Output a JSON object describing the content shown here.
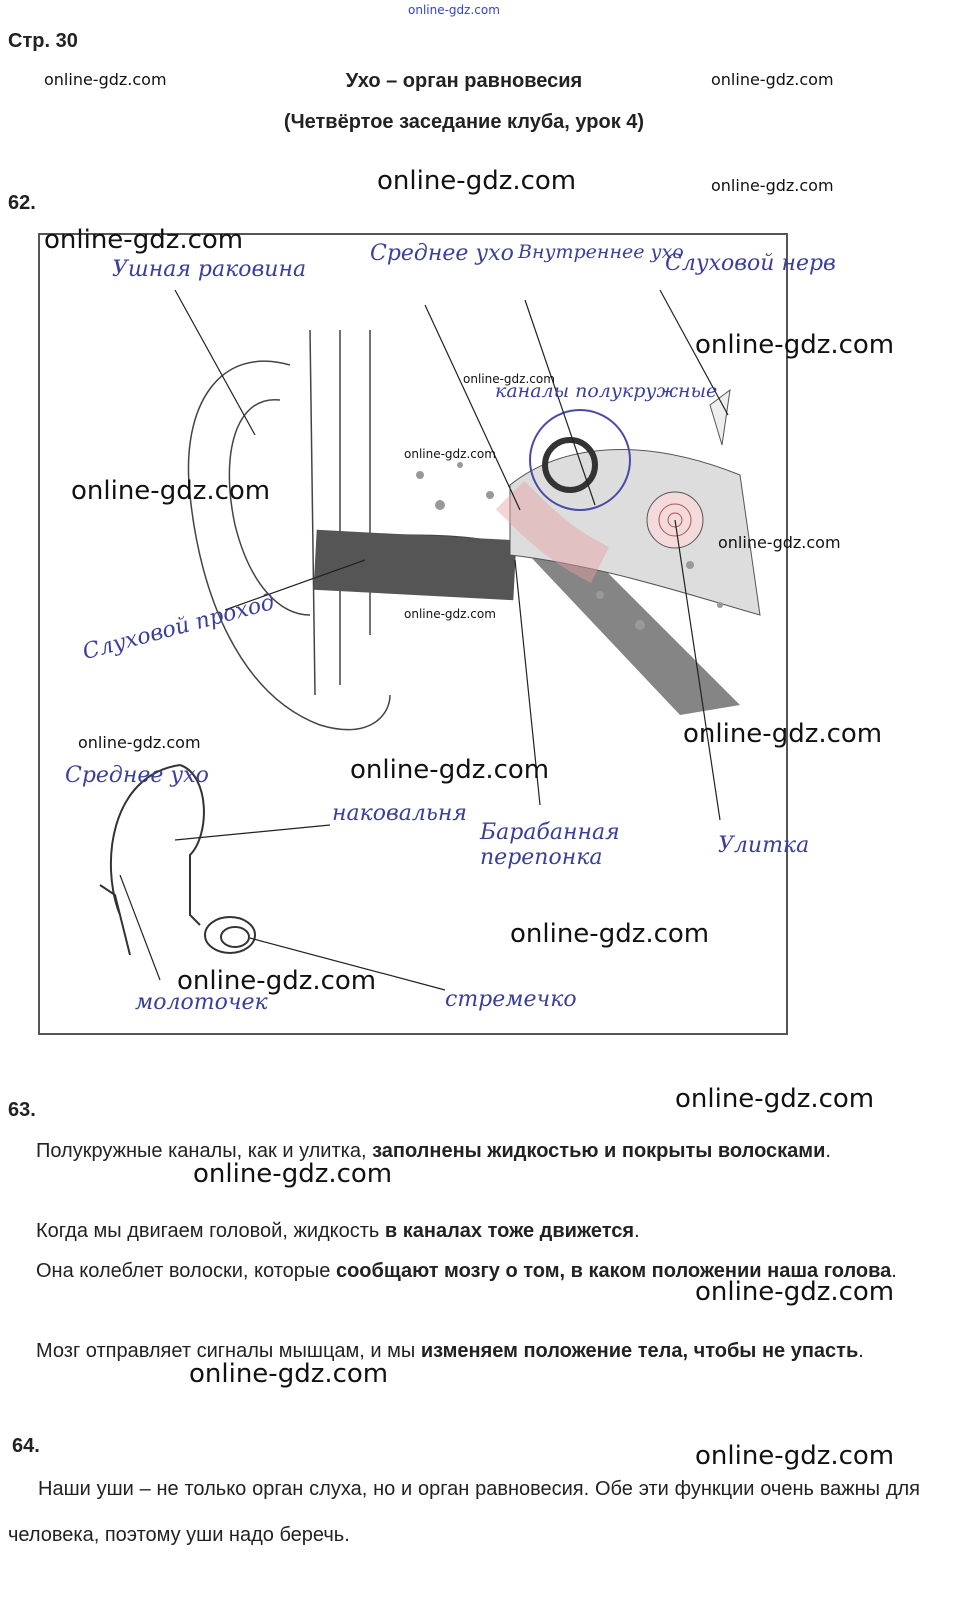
{
  "watermark": "online-gdz.com",
  "page": "Стр. 30",
  "title": "Ухо – орган равновесия",
  "subtitle": "(Четвёртое заседание клуба, урок 4)",
  "task62": {
    "number": "62.",
    "labels": {
      "auricle": "Ушная раковина",
      "middle_ear": "Среднее ухо",
      "inner_ear": "Внутреннее ухо",
      "auditory_nerve": "Слуховой нерв",
      "semicircular_canals": "каналы полукружные",
      "ear_canal": "Слуховой проход",
      "middle_ear_2": "Среднее ухо",
      "incus": "наковальня",
      "eardrum": "Барабанная перепонка",
      "cochlea": "Улитка",
      "malleus": "молоточек",
      "stapes": "стремечко"
    }
  },
  "task63": {
    "number": "63.",
    "p1_a": "Полукружные каналы, как и улитка, ",
    "p1_b": "заполнены жидкостью и покрыты волосками",
    "p1_c": ".",
    "p2_a": "Когда мы двигаем головой, жидкость ",
    "p2_b": "в каналах тоже движется",
    "p2_c": ".",
    "p3_a": "Она колеблет волоски, которые ",
    "p3_b": "сообщают мозгу о том, в каком положении наша голова",
    "p3_c": ".",
    "p4_a": "Мозг отправляет сигналы мышцам, и мы ",
    "p4_b": "изменяем положение тела, чтобы не упасть",
    "p4_c": "."
  },
  "task64": {
    "number": "64.",
    "text": "Наши уши – не только орган слуха, но и орган равновесия. Обе эти функции очень важны для человека, поэтому уши надо беречь."
  }
}
